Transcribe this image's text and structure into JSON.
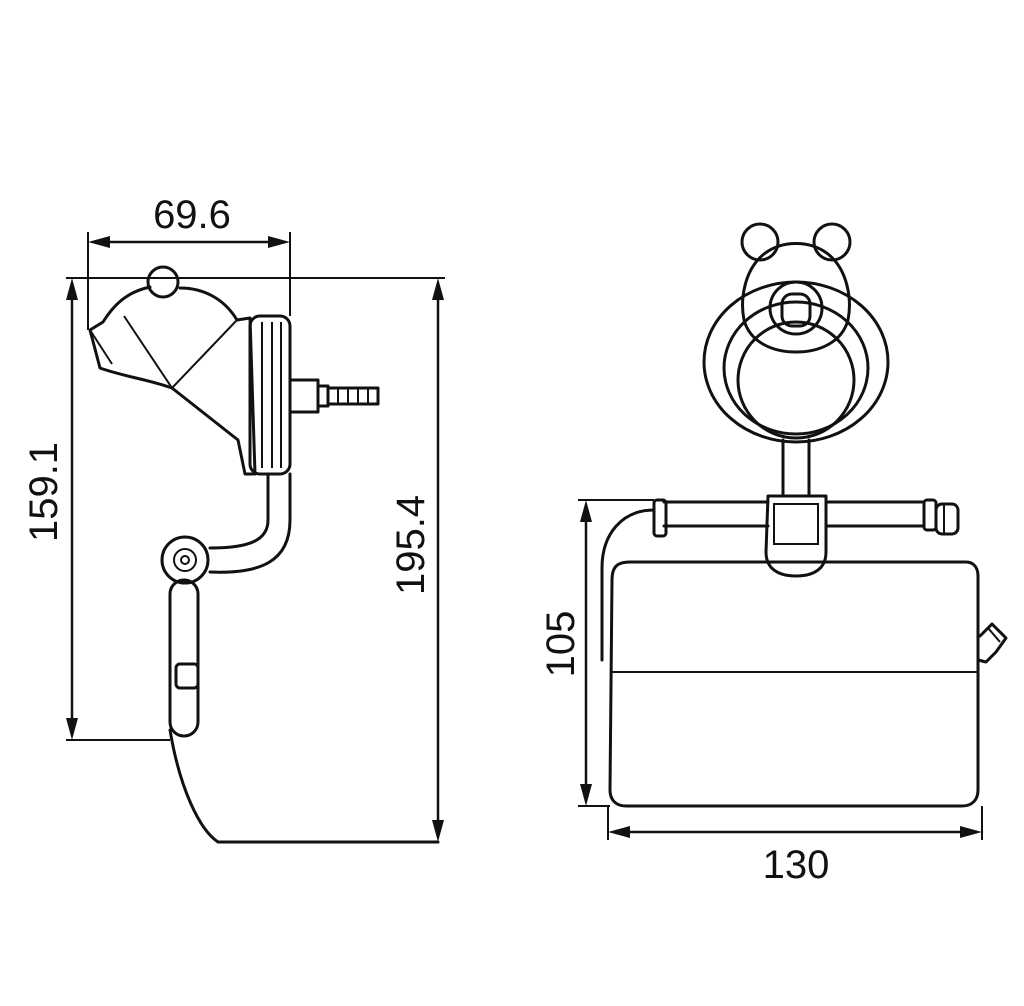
{
  "dimensions": {
    "side_width": "69.6",
    "side_bracket_height": "159.1",
    "side_total_height": "195.4",
    "front_cover_height": "105",
    "front_width": "130"
  },
  "colors": {
    "line": "#111111",
    "background": "#ffffff"
  }
}
